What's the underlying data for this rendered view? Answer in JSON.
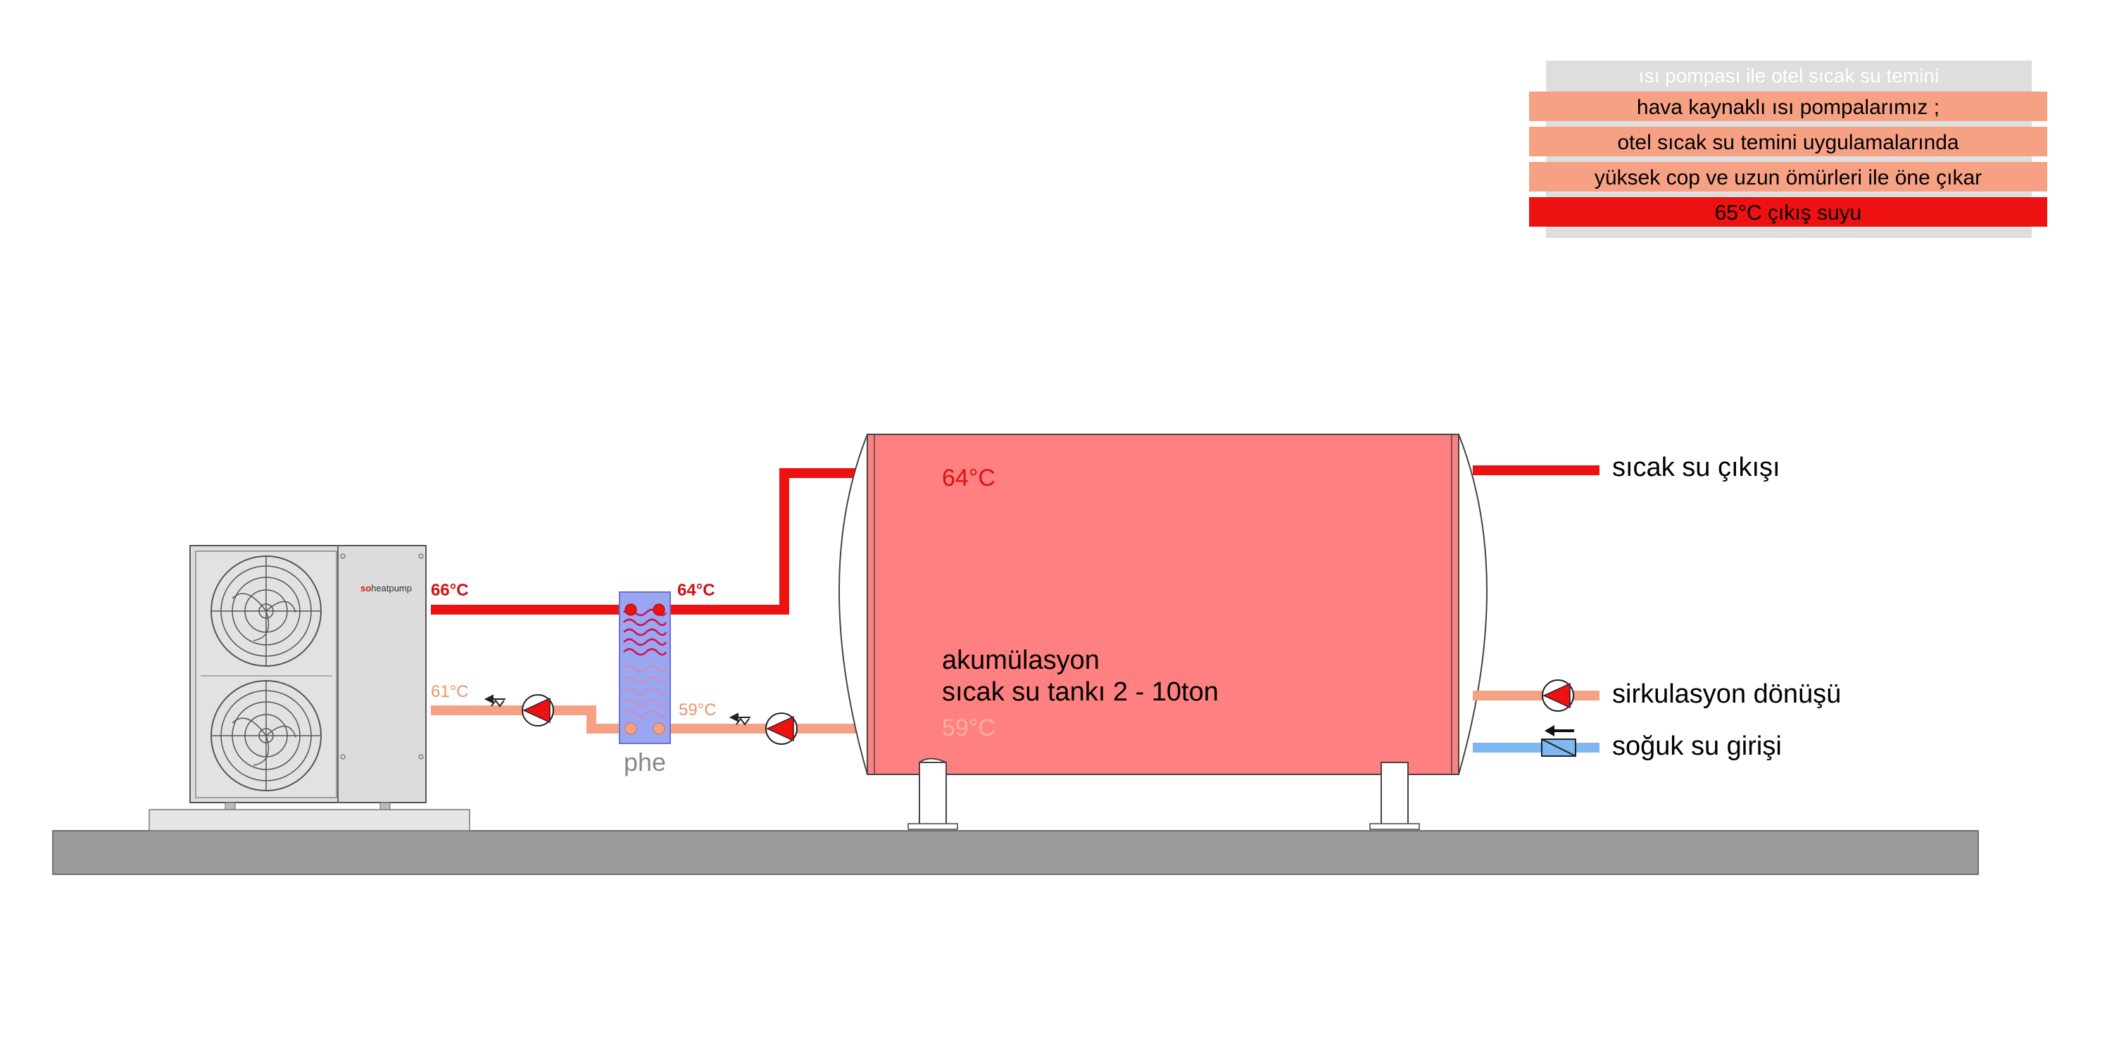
{
  "legend": {
    "title": "ısı pompası ile otel sıcak su temini",
    "line1": "hava kaynaklı ısı pompalarımız ;",
    "line2": "otel sıcak su temini uygulamalarında",
    "line3": "yüksek cop ve uzun ömürleri ile öne çıkar",
    "line4": "65°C çıkış suyu"
  },
  "heat_pump": {
    "brand_prefix": "so",
    "brand_name": "heatpump",
    "supply_temp": "66°C",
    "return_temp": "61°C"
  },
  "phe": {
    "label": "phe",
    "out_temp": "64°C",
    "in_temp": "59°C"
  },
  "tank": {
    "title_line1": "akumülasyon",
    "title_line2": "sıcak su tankı 2 - 10ton",
    "top_temp": "64°C",
    "bottom_temp": "59°C"
  },
  "outlets": {
    "hot_water_out": "sıcak su çıkışı",
    "circulation_return": "sirkulasyon dönüşü",
    "cold_water_in": "soğuk su girişi"
  },
  "colors": {
    "hot": "#ee1111",
    "warm": "#f7a184",
    "cold": "#7fb8f0",
    "tank_fill": "#ff8080",
    "legend_band": "#f7a184",
    "legend_gray": "#dedede",
    "floor": "#9c9c9c"
  }
}
